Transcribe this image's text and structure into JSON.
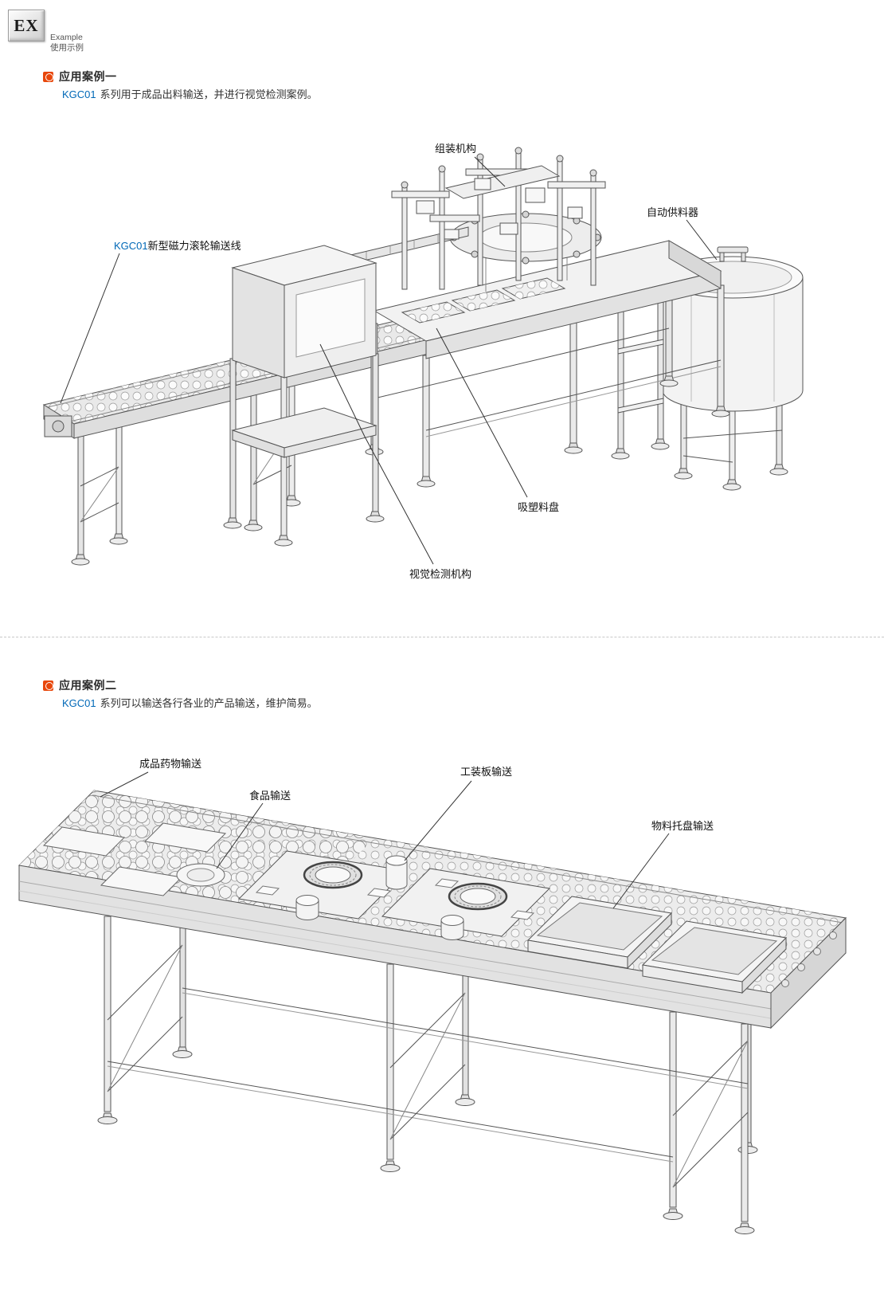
{
  "colors": {
    "accent_orange": "#e8470b",
    "series_blue": "#0068b7",
    "drawing_line_gray": "#555555"
  },
  "logo": {
    "badge": "EX",
    "caption_en": "Example",
    "caption_zh": "使用示例"
  },
  "case1": {
    "title": "应用案例一",
    "series": "KGC01",
    "description": "系列用于成品出料输送，并进行视觉检测案例。",
    "callouts": {
      "assembly_mechanism": "组装机构",
      "auto_feeder": "自动供料器",
      "conveyor_series": "KGC01",
      "conveyor_name": "新型磁力滚轮输送线",
      "blister_tray": "吸塑料盘",
      "vision_inspection": "视觉检测机构"
    }
  },
  "case2": {
    "title": "应用案例二",
    "series": "KGC01",
    "description": "系列可以输送各行各业的产品输送，维护简易。",
    "callouts": {
      "medicine": "成品药物输送",
      "food": "食品输送",
      "tooling_plate": "工装板输送",
      "material_tray": "物料托盘输送"
    }
  }
}
